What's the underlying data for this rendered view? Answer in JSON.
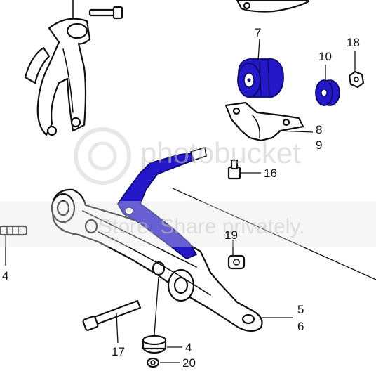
{
  "colors": {
    "ink": "#111111",
    "highlight": "#2418c8",
    "background": "#ffffff",
    "watermark": "#c9c9c9"
  },
  "watermark": {
    "brand": "photobucket",
    "tagline": "Store. Share privately."
  },
  "callouts": {
    "c7": "7",
    "c18": "18",
    "c10": "10",
    "c8": "8",
    "c9": "9",
    "c16": "16",
    "c19": "19",
    "c4_left": "4",
    "c5": "5",
    "c6": "6",
    "c17": "17",
    "c4_bottom": "4",
    "c20": "20"
  }
}
